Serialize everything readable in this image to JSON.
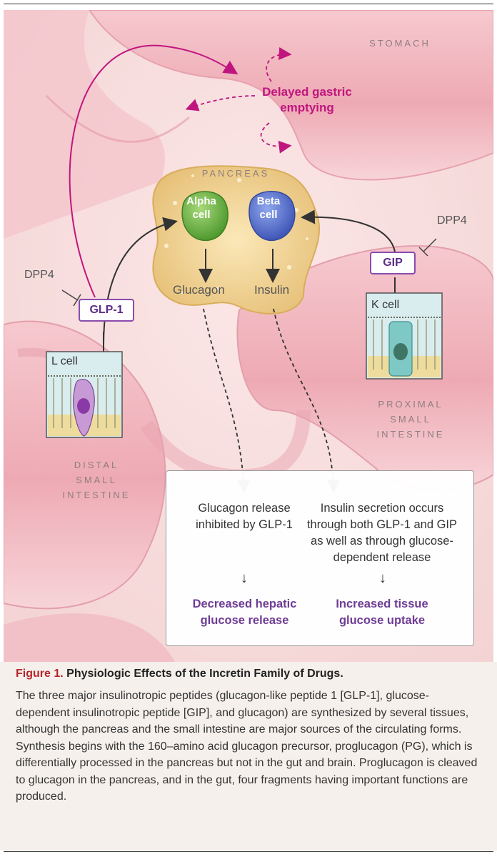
{
  "labels": {
    "stomach": "STOMACH",
    "pancreas": "PANCREAS",
    "delayed_gastric": "Delayed gastric emptying",
    "alpha_cell": "Alpha cell",
    "beta_cell": "Beta cell",
    "glucagon": "Glucagon",
    "insulin": "Insulin",
    "dpp4_left": "DPP4",
    "dpp4_right": "DPP4",
    "glp1": "GLP-1",
    "gip": "GIP",
    "l_cell": "L cell",
    "k_cell": "K cell",
    "proximal": "PROXIMAL SMALL INTESTINE",
    "distal": "DISTAL SMALL INTESTINE"
  },
  "notes": {
    "glucagon_note": "Glucagon release inhibited by GLP-1",
    "insulin_note": "Insulin secretion occurs through both GLP-1 and GIP as well as through glucose-dependent release",
    "arrow": "↓",
    "decreased": "Decreased hepatic glucose release",
    "increased": "Increased tissue glucose uptake"
  },
  "caption": {
    "figure_label": "Figure 1.",
    "title": "Physiologic Effects of the Incretin Family of Drugs.",
    "body": "The three major insulinotropic peptides (glucagon-like peptide 1 [GLP-1], glucose-dependent insulinotropic peptide [GIP], and glucagon) are synthesized by several tissues, although the pancreas and the small intestine are major sources of the circulating forms. Synthesis begins with the 160–amino acid glucagon precursor, proglucagon (PG), which is differentially processed in the pancreas but not in the gut and brain. Proglucagon is cleaved to glucagon in the pancreas, and in the gut, four fragments having important functions are produced."
  },
  "colors": {
    "accent_magenta": "#c0157f",
    "purple": "#6e3c95",
    "figure_red": "#b5252b",
    "tissue_pink": "#f0bfc4",
    "pancreas_yellow": "#ecd08e"
  }
}
